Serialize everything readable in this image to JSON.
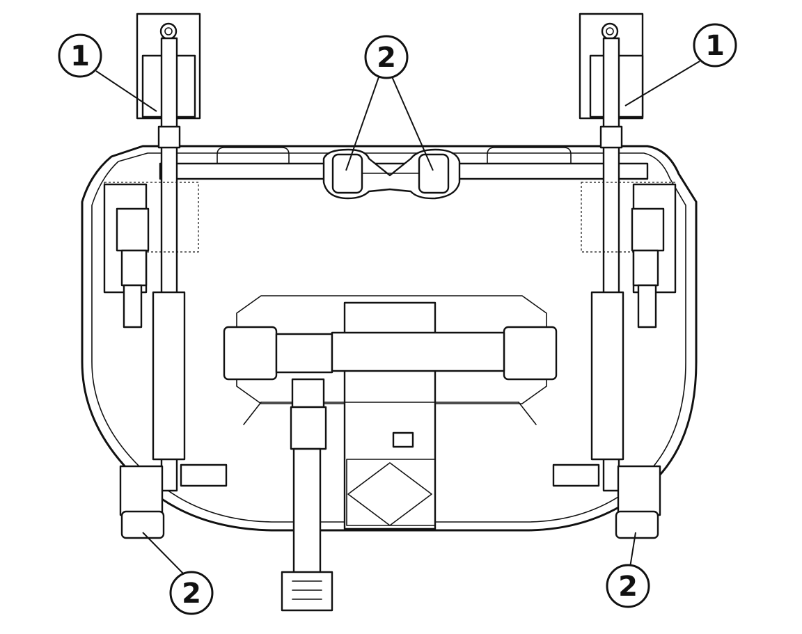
{
  "callouts": [
    {
      "id": "c1a",
      "label": "1"
    },
    {
      "id": "c2a",
      "label": "2"
    },
    {
      "id": "c1b",
      "label": "1"
    },
    {
      "id": "c2b",
      "label": "2"
    },
    {
      "id": "c2c",
      "label": "2"
    }
  ],
  "colors": {
    "ink": "#111111",
    "paper": "#ffffff"
  }
}
